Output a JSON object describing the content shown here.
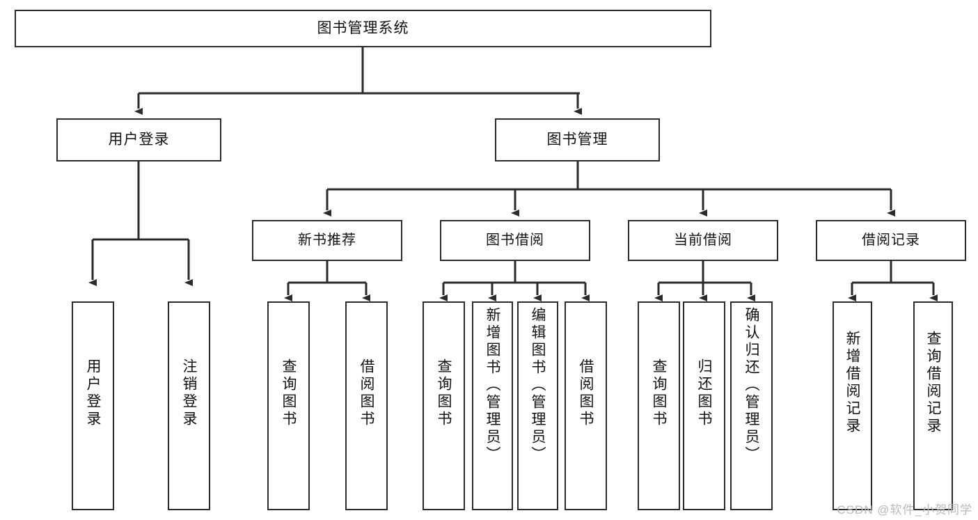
{
  "diagram": {
    "title": "图书管理系统",
    "type": "tree",
    "watermark": "CSDN @软件_小贺同学",
    "colors": {
      "node_border": "#2b2b2b",
      "node_fill": "#ffffff",
      "edge": "#2b2b2b",
      "background": "#ffffff",
      "watermark": "#b9b9b9"
    },
    "root": {
      "label": "图书管理系统"
    },
    "level2": [
      {
        "label": "用户登录"
      },
      {
        "label": "图书管理"
      }
    ],
    "level3": [
      {
        "label": "新书推荐"
      },
      {
        "label": "图书借阅"
      },
      {
        "label": "当前借阅"
      },
      {
        "label": "借阅记录"
      }
    ],
    "leaves": {
      "user_login": [
        {
          "label": "用户登录"
        },
        {
          "label": "注销登录"
        }
      ],
      "new_book_recommend": [
        {
          "label": "查询图书"
        },
        {
          "label": "借阅图书"
        }
      ],
      "book_borrow": [
        {
          "label": "查询图书"
        },
        {
          "label": "新增图书（管理员）"
        },
        {
          "label": "编辑图书（管理员）"
        },
        {
          "label": "借阅图书"
        }
      ],
      "current_borrow": [
        {
          "label": "查询图书"
        },
        {
          "label": "归还图书"
        },
        {
          "label": "确认归还（管理员）"
        }
      ],
      "borrow_record": [
        {
          "label": "新增借阅记录"
        },
        {
          "label": "查询借阅记录"
        }
      ]
    }
  }
}
